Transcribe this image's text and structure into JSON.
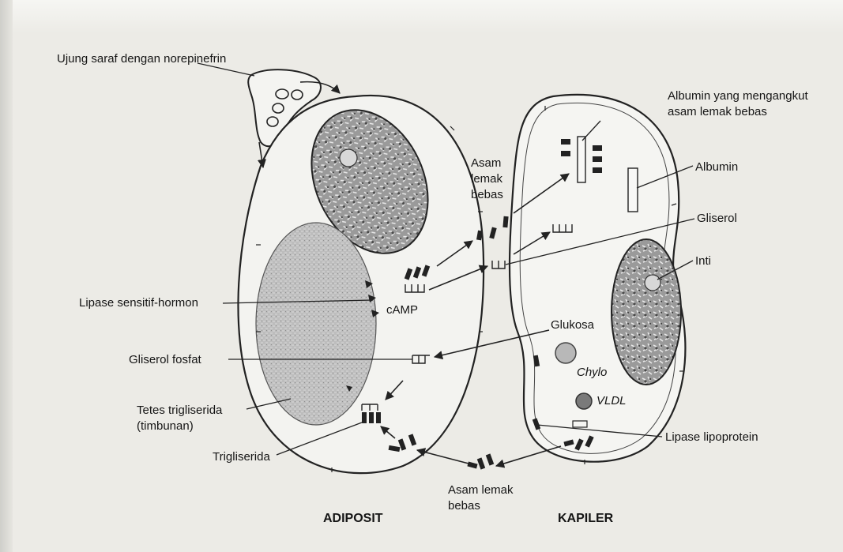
{
  "labels": {
    "ujung_saraf": "Ujung saraf dengan norepinefrin",
    "albumin_angkut_1": "Albumin yang mengangkut",
    "albumin_angkut_2": "asam lemak bebas",
    "asam_lemak_top_1": "Asam",
    "asam_lemak_top_2": "lemak",
    "asam_lemak_top_3": "bebas",
    "albumin": "Albumin",
    "gliserol": "Gliserol",
    "inti": "Inti",
    "lipase_sensitif": "Lipase sensitif-hormon",
    "camp": "cAMP",
    "glukosa": "Glukosa",
    "gliserol_fosfat": "Gliserol fosfat",
    "chylo": "Chylo",
    "vldl": "VLDL",
    "tetes_1": "Tetes trigliserida",
    "tetes_2": "(timbunan)",
    "lipase_lipoprotein": "Lipase lipoprotein",
    "trigliserida": "Trigliserida",
    "asam_lemak_bottom_1": "Asam lemak",
    "asam_lemak_bottom_2": "bebas",
    "adiposit": "ADIPOSIT",
    "kapiler": "KAPILER"
  }
}
